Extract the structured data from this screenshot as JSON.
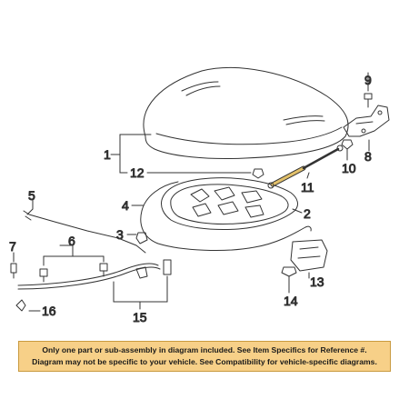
{
  "callouts": {
    "c1": "1",
    "c2": "2",
    "c3": "3",
    "c4": "4",
    "c5": "5",
    "c6": "6",
    "c7": "7",
    "c8": "8",
    "c9": "9",
    "c10": "10",
    "c11": "11",
    "c12": "12",
    "c13": "13",
    "c14": "14",
    "c15": "15",
    "c16": "16"
  },
  "notice": {
    "line1": "Only one part or sub-assembly in diagram included. See Item Specifics for Reference #.",
    "line2": "Diagram may not be specific to your vehicle. See Compatibility for vehicle-specific diagrams."
  },
  "colors": {
    "line_art": "#333333",
    "strut": "#e2c06a",
    "notice_bg": "#f7d088",
    "notice_border": "#c99a3f"
  }
}
